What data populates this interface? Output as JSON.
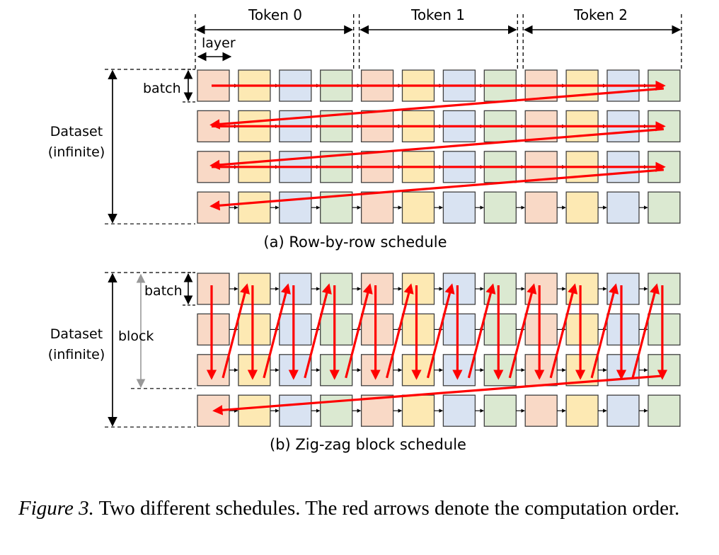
{
  "colors": {
    "layer_fills": [
      "#f9d9c6",
      "#fde9b3",
      "#d9e3f2",
      "#dbe9d1"
    ],
    "cell_border": "#404040",
    "arrow": "#ff0000",
    "guide": "#000000",
    "block_guide": "#999999"
  },
  "tokens": [
    "Token 0",
    "Token 1",
    "Token 2"
  ],
  "layers_per_token": 4,
  "batches": 4,
  "labels": {
    "layer": "layer",
    "batch": "batch",
    "block": "block",
    "dataset_line1": "Dataset",
    "dataset_line2": "(infinite)"
  },
  "panels": [
    {
      "id": "a",
      "subtitle": "(a) Row-by-row schedule",
      "schedule": "row-by-row"
    },
    {
      "id": "b",
      "subtitle": "(b) Zig-zag block schedule",
      "schedule": "zig-zag",
      "block_rows": 3
    }
  ],
  "caption": {
    "figure_label": "Figure 3.",
    "text": " Two different schedules. The red arrows denote the computation order."
  }
}
